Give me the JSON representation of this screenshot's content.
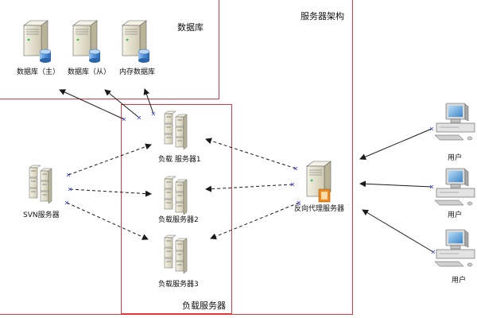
{
  "containers": {
    "outer_title": "服务器架构",
    "db_group_title": "数据库",
    "lb_group_title": "负载服务器"
  },
  "nodes": {
    "db_master": "数据库（主）",
    "db_slave": "数据库（从）",
    "db_memory": "内存数据库",
    "lb1": "负载 服务器1",
    "lb2": "负载服务器2",
    "lb3": "负载服务器3",
    "svn": "SVN服务器",
    "proxy": "反向代理服务器",
    "user1": "用户",
    "user2": "用户",
    "user3": "用户"
  },
  "colors": {
    "frame": "#e2373f",
    "server_body": "#e9e6d2",
    "db_cylinder": "#4f8fd9",
    "proxy_door": "#f08a1c",
    "line": "#1a1a1a",
    "marker": "#3a4ad0"
  }
}
